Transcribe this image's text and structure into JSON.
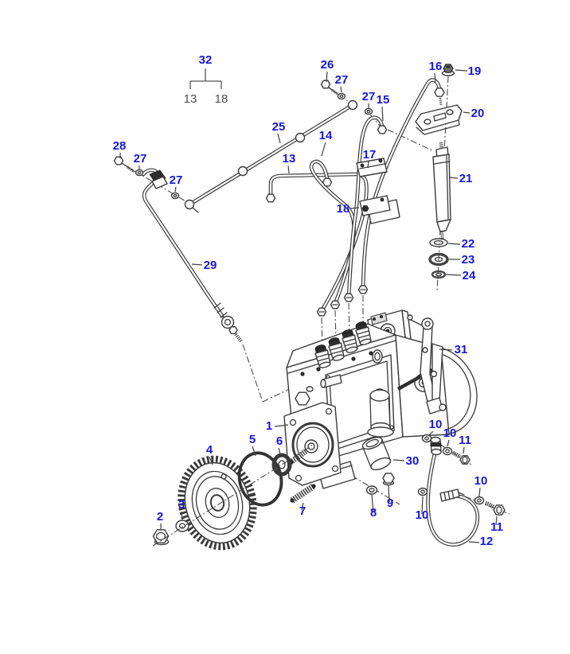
{
  "palette": {
    "background": "#ffffff",
    "line": "#3a3a3a",
    "callout_blue": "#1717d6",
    "reference_gray": "#4f4f4f"
  },
  "callouts": {
    "g32": "32",
    "g13": "13",
    "g18": "18",
    "n26": "26",
    "w27a": "27",
    "w27b": "27",
    "p15": "15",
    "p16": "16",
    "n19": "19",
    "br20": "20",
    "p25": "25",
    "p14": "14",
    "p13": "13",
    "c17": "17",
    "inj21": "21",
    "b28": "28",
    "w27c": "27",
    "w27d": "27",
    "c18": "18",
    "w22": "22",
    "s23": "23",
    "w24": "24",
    "p29": "29",
    "br31": "31",
    "p1": "1",
    "o5": "5",
    "s6": "6",
    "g4": "4",
    "v30": "30",
    "w10a": "10",
    "w10b": "10",
    "b11a": "11",
    "w3": "3",
    "n2": "2",
    "st7": "7",
    "w8": "8",
    "n9": "9",
    "w10c": "10",
    "w10d": "10",
    "b11b": "11",
    "h12": "12"
  }
}
